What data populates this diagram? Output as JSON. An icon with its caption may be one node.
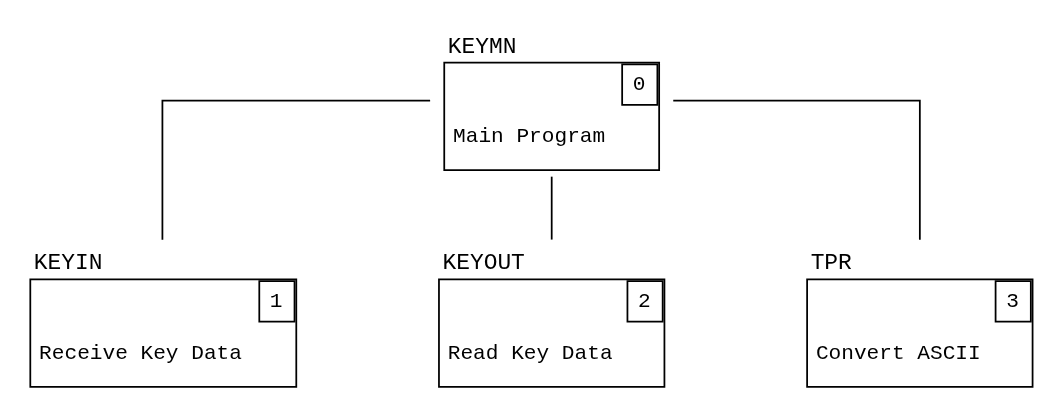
{
  "diagram": {
    "nodes": [
      {
        "text": [
          "KEYMN",
          "Main Program",
          "0"
        ]
      },
      {
        "text": [
          "KEYIN",
          "Receive Key Data",
          "1"
        ]
      },
      {
        "text": [
          "KEYOUT",
          "Read Key Data",
          "2"
        ]
      },
      {
        "text": [
          "TPR",
          "Convert ASCII",
          "3"
        ]
      }
    ],
    "edges": [
      {
        "from": 0,
        "to": 1,
        "arrow": "none"
      },
      {
        "from": 0,
        "to": 2,
        "arrow": "none"
      },
      {
        "from": 0,
        "to": 3,
        "arrow": "none"
      }
    ]
  }
}
